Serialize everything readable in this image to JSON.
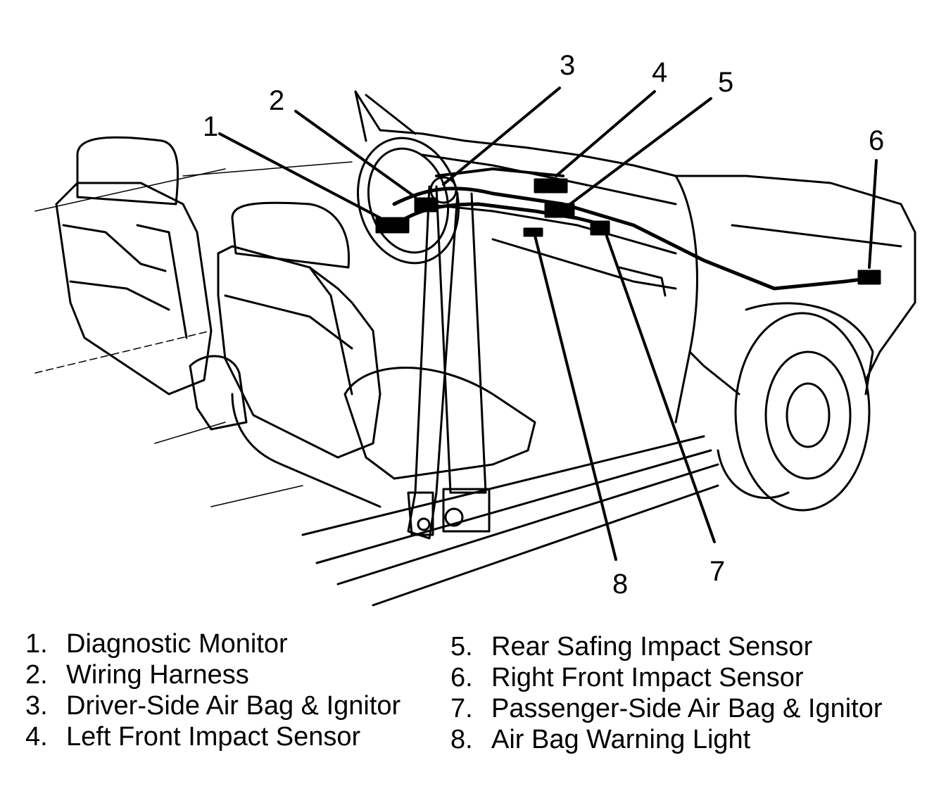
{
  "callouts": {
    "c1": "1",
    "c2": "2",
    "c3": "3",
    "c4": "4",
    "c5": "5",
    "c6": "6",
    "c7": "7",
    "c8": "8"
  },
  "legend": {
    "left": [
      {
        "num": "1.",
        "label": "Diagnostic Monitor"
      },
      {
        "num": "2.",
        "label": "Wiring Harness"
      },
      {
        "num": "3.",
        "label": "Driver-Side Air Bag & Ignitor"
      },
      {
        "num": "4.",
        "label": "Left Front Impact Sensor"
      }
    ],
    "right": [
      {
        "num": "5.",
        "label": "Rear Safing Impact Sensor"
      },
      {
        "num": "6.",
        "label": "Right Front Impact Sensor"
      },
      {
        "num": "7.",
        "label": "Passenger-Side Air Bag & Ignitor"
      },
      {
        "num": "8.",
        "label": "Air Bag Warning Light"
      }
    ]
  }
}
